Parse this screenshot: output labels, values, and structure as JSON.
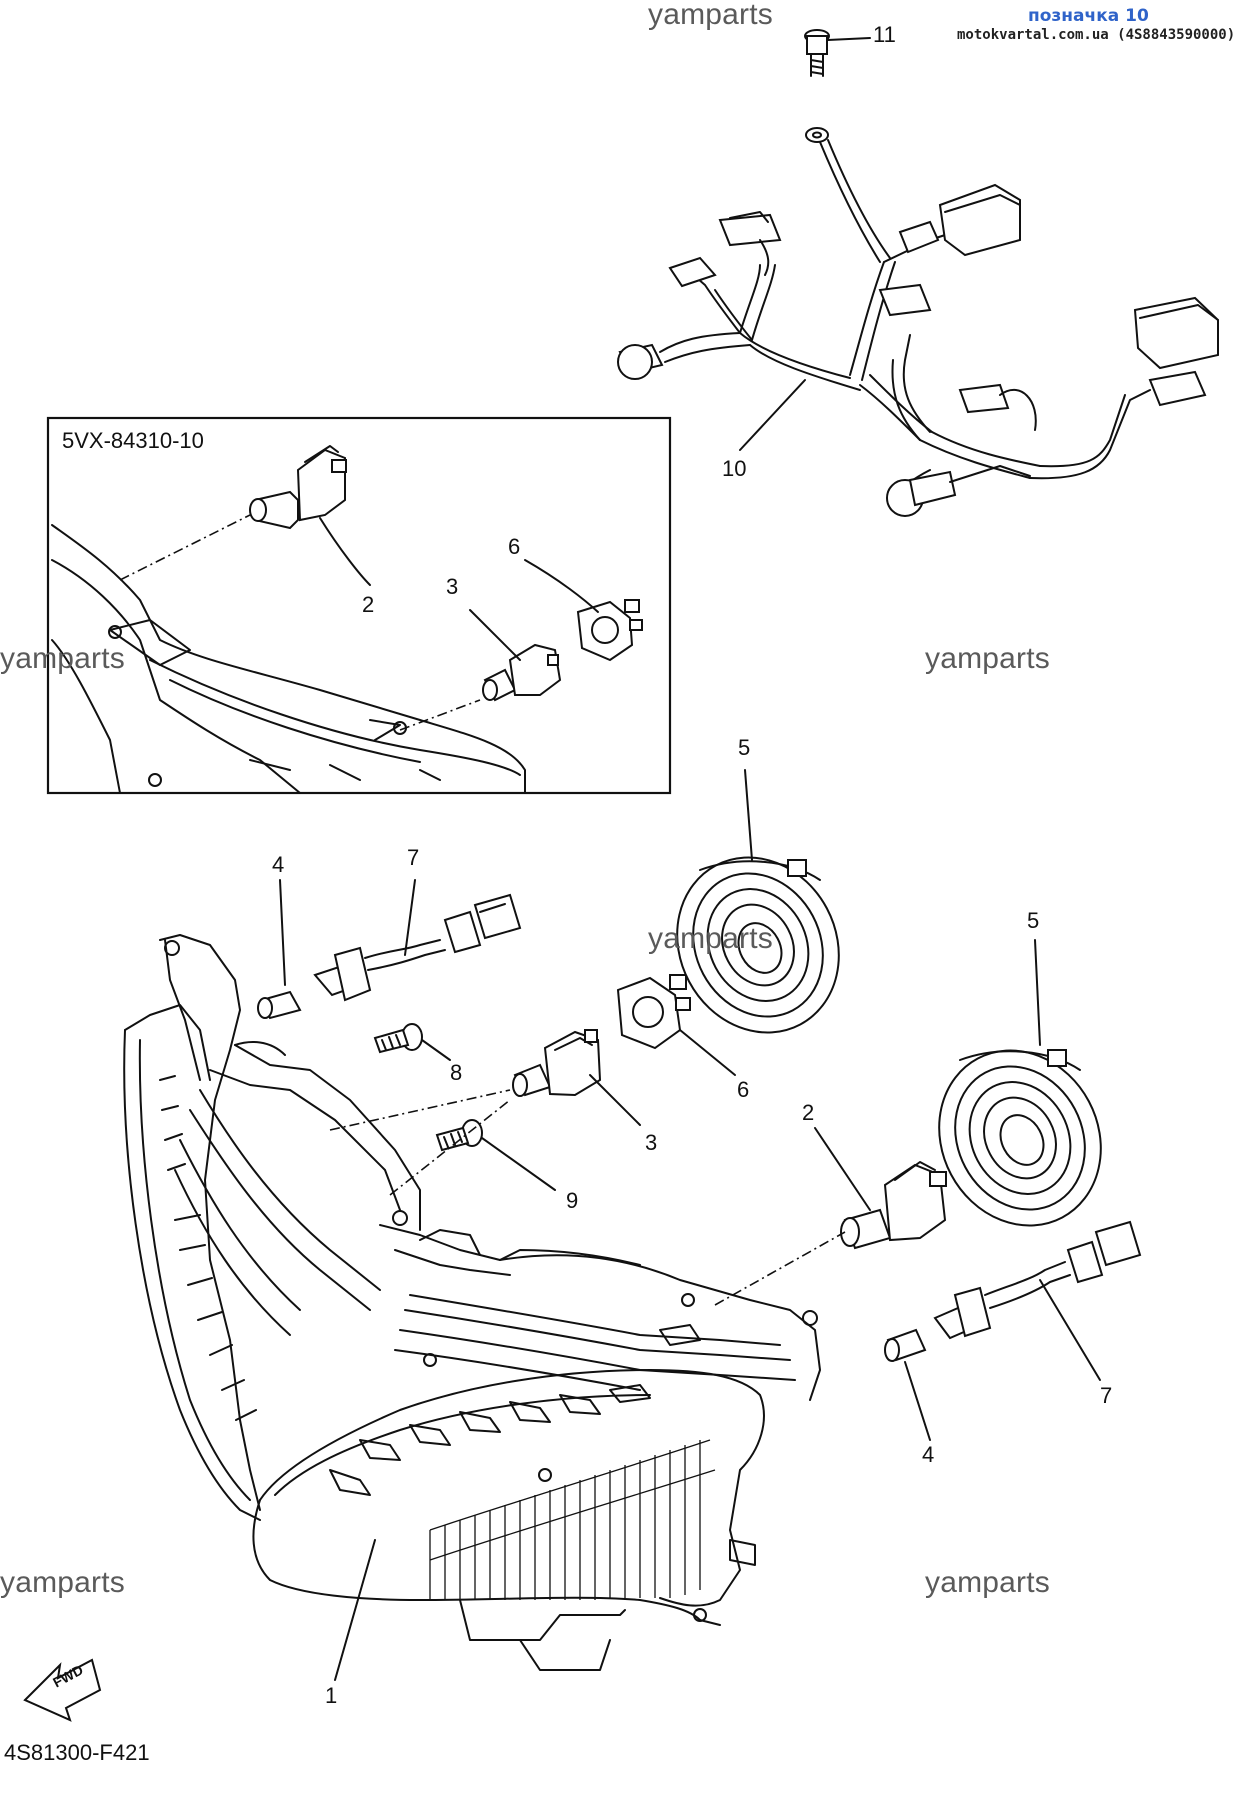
{
  "header": {
    "tag_label": "позначка 10",
    "site_text": "motokvartal.com.ua (4S8843590000)"
  },
  "watermarks": [
    "yamparts",
    "yamparts",
    "yamparts",
    "yamparts",
    "yamparts",
    "yamparts"
  ],
  "inset": {
    "part_number": "5VX-84310-10"
  },
  "callouts": {
    "n1": "1",
    "n2": "2",
    "n2b": "2",
    "n3": "3",
    "n3b": "3",
    "n4": "4",
    "n4b": "4",
    "n5": "5",
    "n5b": "5",
    "n6": "6",
    "n6b": "6",
    "n7": "7",
    "n7b": "7",
    "n8": "8",
    "n9": "9",
    "n10": "10",
    "n11": "11"
  },
  "footer": {
    "figure_code": "4S81300-F421",
    "fwd_label": "FWD"
  }
}
